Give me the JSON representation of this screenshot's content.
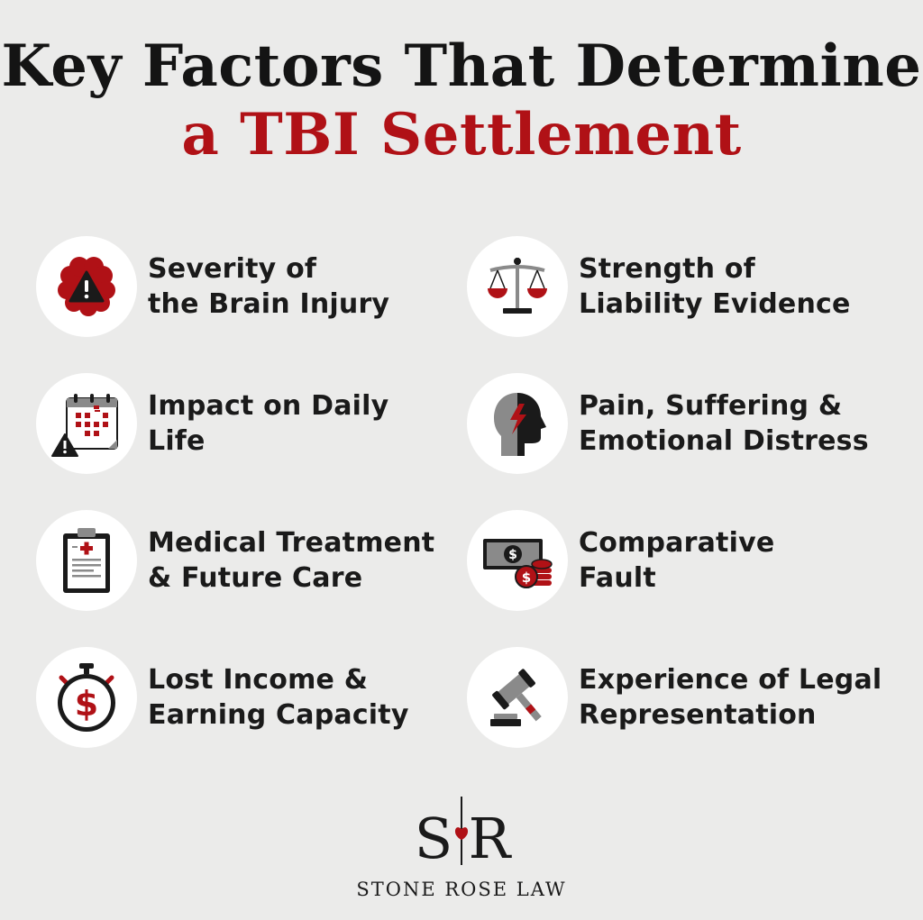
{
  "title": {
    "line1": "Key Factors That Determine",
    "line2": "a TBI Settlement"
  },
  "factors": [
    {
      "line1": "Severity of",
      "line2": "the Brain Injury",
      "icon": "brain-warning-icon"
    },
    {
      "line1": "Strength of",
      "line2": "Liability Evidence",
      "icon": "scales-icon"
    },
    {
      "line1": "Impact on Daily",
      "line2": "Life",
      "icon": "calendar-warning-icon"
    },
    {
      "line1": "Pain, Suffering &",
      "line2": "Emotional Distress",
      "icon": "head-pain-icon"
    },
    {
      "line1": "Medical Treatment",
      "line2": "& Future Care",
      "icon": "medical-clipboard-icon"
    },
    {
      "line1": "Comparative",
      "line2": "Fault",
      "icon": "money-coins-icon"
    },
    {
      "line1": "Lost Income &",
      "line2": "Earning Capacity",
      "icon": "stopwatch-dollar-icon"
    },
    {
      "line1": "Experience of Legal",
      "line2": "Representation",
      "icon": "gavel-icon"
    }
  ],
  "logo": {
    "letter_left": "S",
    "letter_right": "R",
    "name": "STONE ROSE LAW"
  },
  "colors": {
    "background": "#ebebea",
    "accent_red": "#b01116",
    "dark": "#1a1a1a",
    "gray": "#8a8a8a"
  }
}
